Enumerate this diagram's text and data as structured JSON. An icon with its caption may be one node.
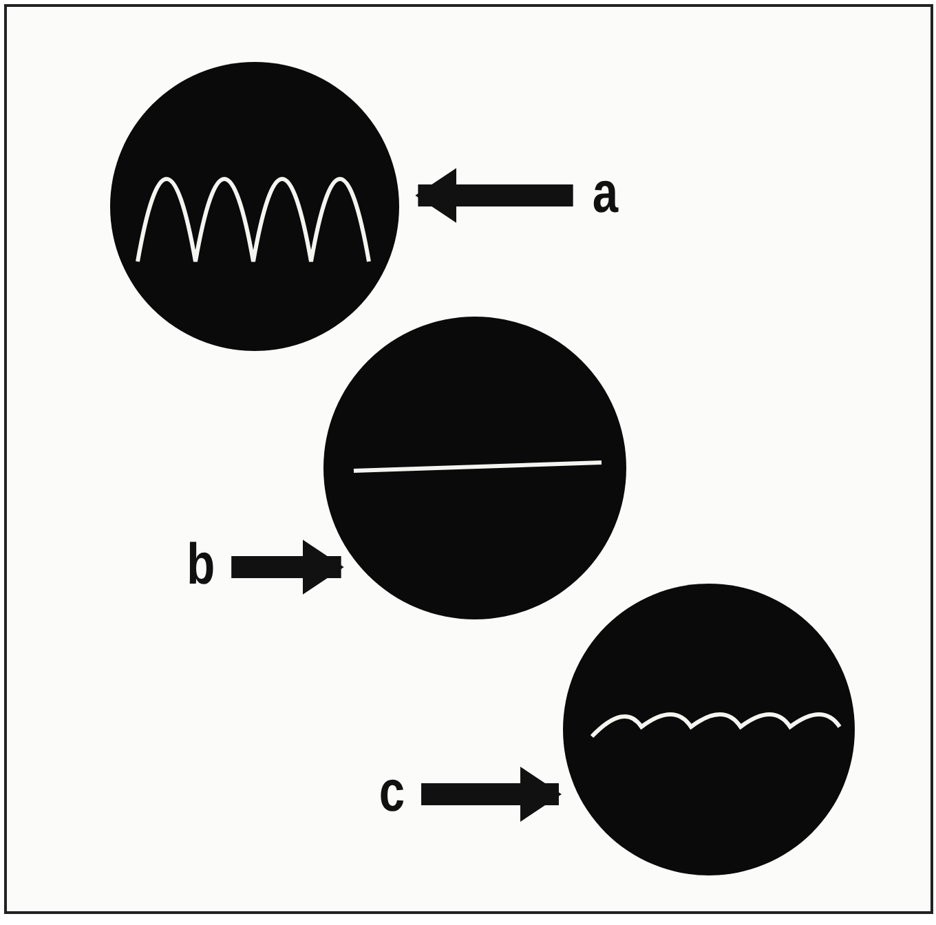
{
  "diagram": {
    "nodes": [
      {
        "text": [],
        "shape": "circle"
      },
      {
        "text": [
          "a"
        ]
      },
      {
        "text": [],
        "shape": "circle"
      },
      {
        "text": [
          "b"
        ]
      },
      {
        "text": [],
        "shape": "circle"
      },
      {
        "text": [
          "c"
        ]
      }
    ],
    "edges": [
      {
        "from": 1,
        "to": 0,
        "arrow": "to"
      },
      {
        "from": 3,
        "to": 2,
        "arrow": "to"
      },
      {
        "from": 5,
        "to": 4,
        "arrow": "to"
      }
    ]
  }
}
